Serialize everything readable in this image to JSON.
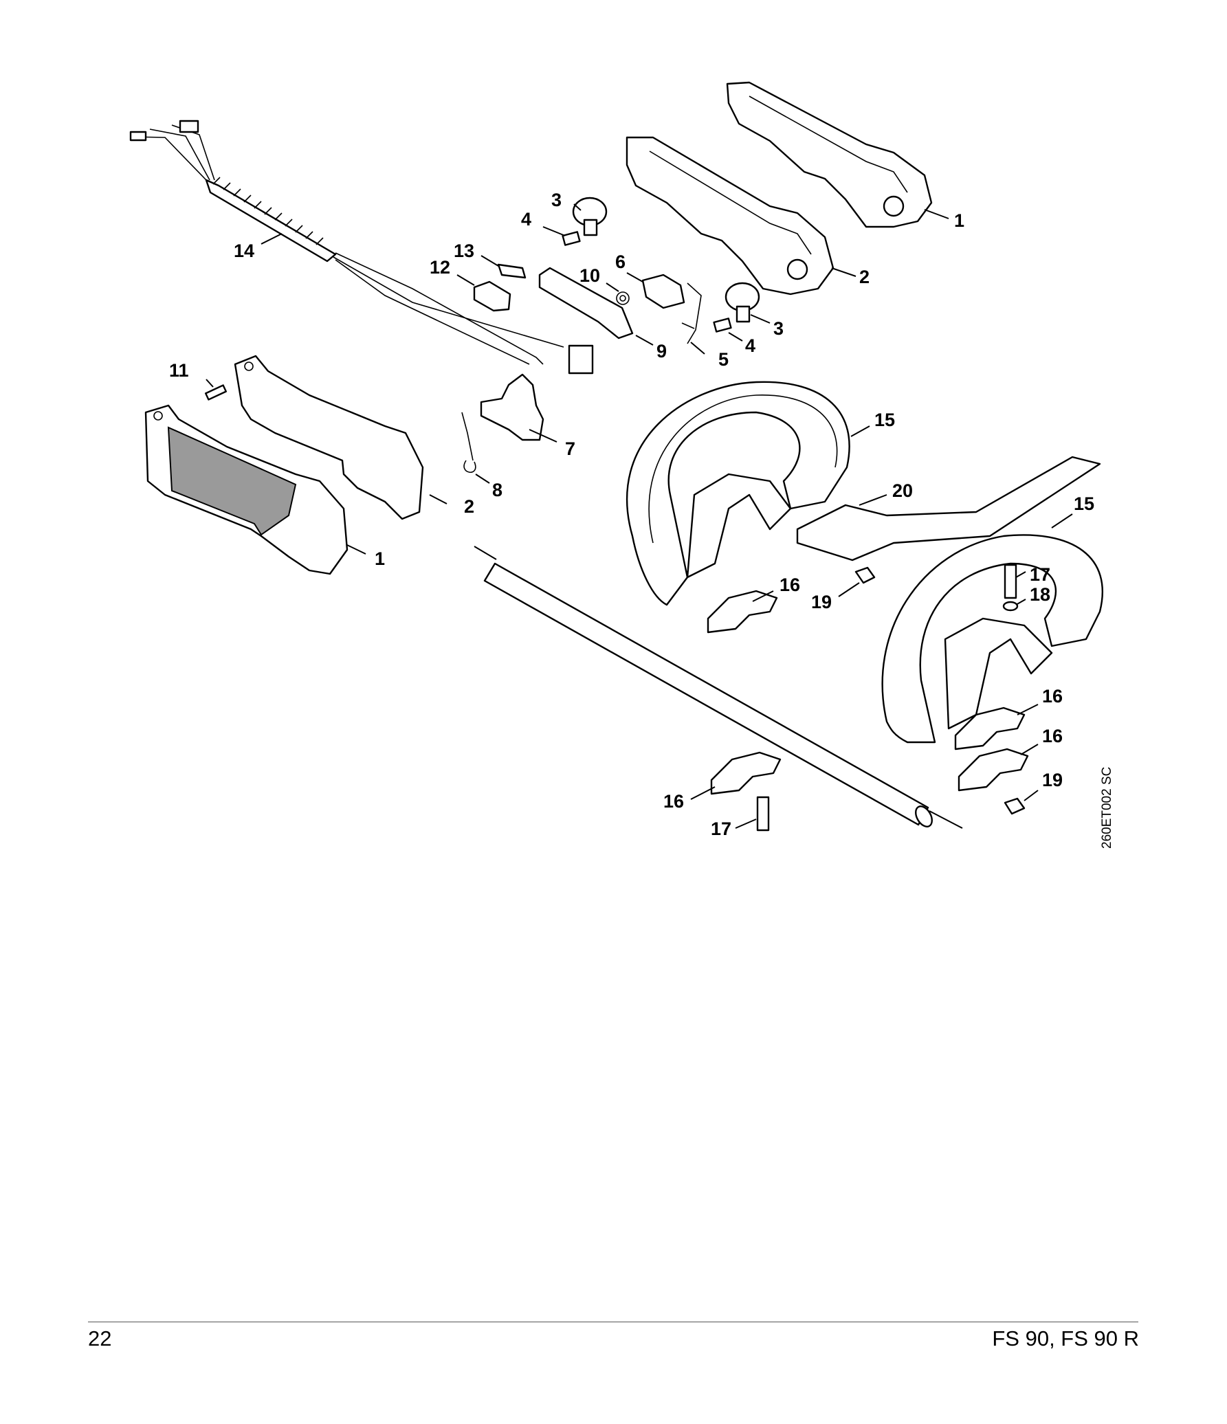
{
  "diagram": {
    "drawing_code": "260ET002 SC",
    "callouts": [
      "1",
      "2",
      "3",
      "4",
      "5",
      "6",
      "7",
      "8",
      "9",
      "10",
      "11",
      "12",
      "13",
      "14",
      "15",
      "16",
      "17",
      "18",
      "19",
      "20"
    ]
  },
  "footer": {
    "page_number": "22",
    "model": "FS 90, FS 90 R"
  }
}
